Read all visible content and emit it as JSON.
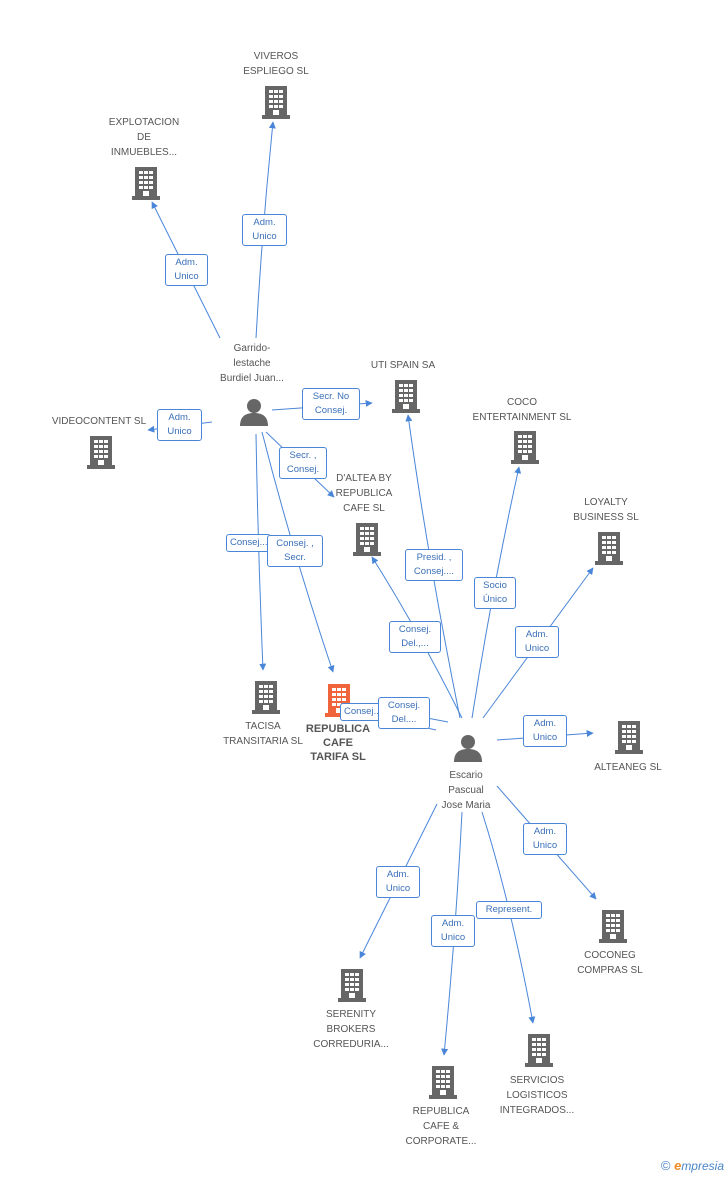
{
  "colors": {
    "edge": "#4a86d8",
    "company": "#666666",
    "focus": "#f0643c",
    "person": "#666666"
  },
  "nodes": [
    {
      "id": "viveros",
      "type": "company",
      "label": "VIVEROS\nESPLIEGO SL"
    },
    {
      "id": "explotacion",
      "type": "company",
      "label": "EXPLOTACION\nDE\nINMUEBLES..."
    },
    {
      "id": "garrido",
      "type": "person",
      "label": "Garrido-\nlestache\nBurdiel Juan..."
    },
    {
      "id": "videocontent",
      "type": "company",
      "label": "VIDEOCONTENT SL"
    },
    {
      "id": "utispain",
      "type": "company",
      "label": "UTI SPAIN SA"
    },
    {
      "id": "coco",
      "type": "company",
      "label": "COCO\nENTERTAINMENT SL"
    },
    {
      "id": "daltea",
      "type": "company",
      "label": "D'ALTEA BY\nREPUBLICA\nCAFE SL"
    },
    {
      "id": "loyalty",
      "type": "company",
      "label": "LOYALTY\nBUSINESS  SL"
    },
    {
      "id": "tacisa",
      "type": "company",
      "label": "TACISA\nTRANSITARIA SL"
    },
    {
      "id": "republicatarifa",
      "type": "focus",
      "label": "REPUBLICA\nCAFE\nTARIFA SL"
    },
    {
      "id": "escario",
      "type": "person",
      "label": "Escario\nPascual\nJose Maria"
    },
    {
      "id": "alteaneg",
      "type": "company",
      "label": "ALTEANEG SL"
    },
    {
      "id": "coconeg",
      "type": "company",
      "label": "COCONEG\nCOMPRAS SL"
    },
    {
      "id": "serenity",
      "type": "company",
      "label": "SERENITY\nBROKERS\nCORREDURIA..."
    },
    {
      "id": "servicios",
      "type": "company",
      "label": "SERVICIOS\nLOGISTICOS\nINTEGRADOS..."
    },
    {
      "id": "republicacorporate",
      "type": "company",
      "label": "REPUBLICA\nCAFE &\nCORPORATE..."
    }
  ],
  "edges": [
    {
      "from": "garrido",
      "to": "viveros",
      "label": "Adm.\nUnico"
    },
    {
      "from": "garrido",
      "to": "explotacion",
      "label": "Adm.\nUnico"
    },
    {
      "from": "garrido",
      "to": "videocontent",
      "label": "Adm.\nUnico"
    },
    {
      "from": "garrido",
      "to": "utispain",
      "label": "Secr.  No\nConsej."
    },
    {
      "from": "garrido",
      "to": "daltea",
      "label": "Secr. ,\nConsej."
    },
    {
      "from": "garrido",
      "to": "tacisa",
      "label": "Consej...."
    },
    {
      "from": "garrido",
      "to": "republicatarifa",
      "label": "Consej. ,\nSecr."
    },
    {
      "from": "escario",
      "to": "republicatarifa",
      "label": "Consej...."
    },
    {
      "from": "escario",
      "to": "republicatarifa",
      "label": "Consej.\nDel...."
    },
    {
      "from": "escario",
      "to": "daltea",
      "label": "Consej.\nDel.,..."
    },
    {
      "from": "escario",
      "to": "utispain",
      "label": "Presid. ,\nConsej...."
    },
    {
      "from": "escario",
      "to": "coco",
      "label": "Socio\nÚnico"
    },
    {
      "from": "escario",
      "to": "loyalty",
      "label": "Adm.\nUnico"
    },
    {
      "from": "escario",
      "to": "alteaneg",
      "label": "Adm.\nUnico"
    },
    {
      "from": "escario",
      "to": "coconeg",
      "label": "Adm.\nUnico"
    },
    {
      "from": "escario",
      "to": "serenity",
      "label": "Adm.\nUnico"
    },
    {
      "from": "escario",
      "to": "republicacorporate",
      "label": "Adm.\nUnico"
    },
    {
      "from": "escario",
      "to": "servicios",
      "label": "Represent."
    }
  ],
  "footer": {
    "copyright_symbol": "©",
    "brand_first": "e",
    "brand_rest": "mpresia"
  }
}
